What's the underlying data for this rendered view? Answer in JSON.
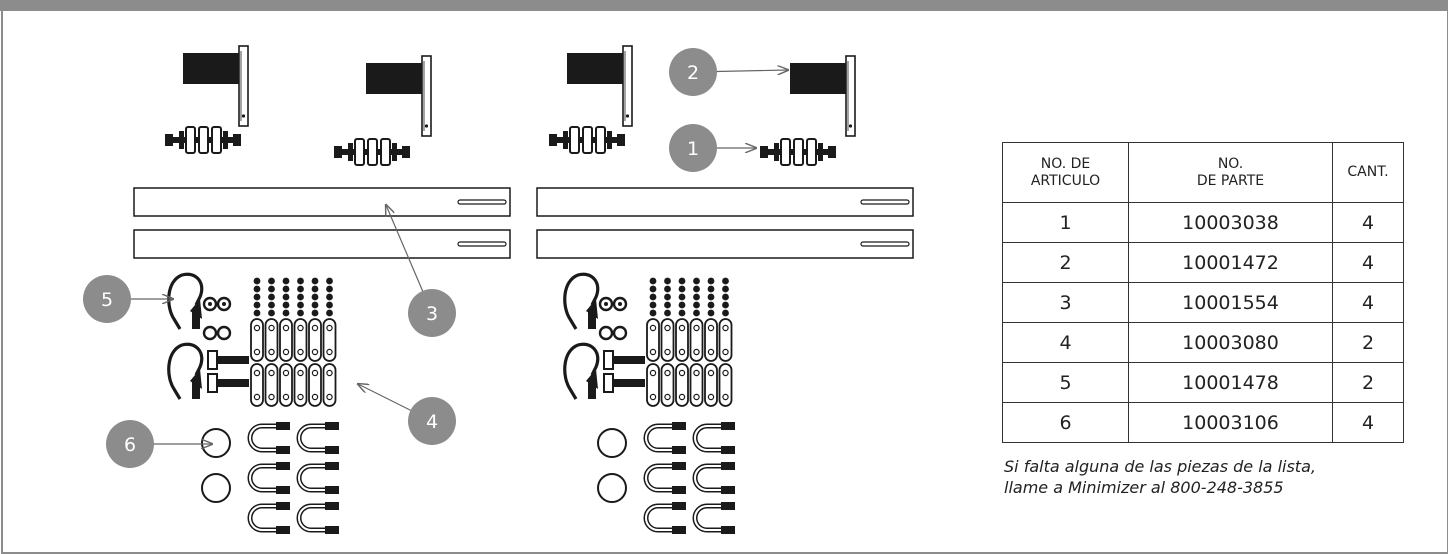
{
  "callouts": [
    {
      "number": "1",
      "part": "10003038"
    },
    {
      "number": "2",
      "part": "10001472"
    },
    {
      "number": "3",
      "part": "10001554"
    },
    {
      "number": "4",
      "part": "10003080"
    },
    {
      "number": "5",
      "part": "10001478"
    },
    {
      "number": "6",
      "part": "10003106"
    }
  ],
  "table": {
    "headers": {
      "item_line1": "NO. DE",
      "item_line2": "ARTICULO",
      "part_line1": "NO.",
      "part_line2": "DE PARTE",
      "qty": "CANT."
    },
    "rows": [
      {
        "item": "1",
        "part": "10003038",
        "qty": "4"
      },
      {
        "item": "2",
        "part": "10001472",
        "qty": "4"
      },
      {
        "item": "3",
        "part": "10001554",
        "qty": "4"
      },
      {
        "item": "4",
        "part": "10003080",
        "qty": "2"
      },
      {
        "item": "5",
        "part": "10001478",
        "qty": "2"
      },
      {
        "item": "6",
        "part": "10003106",
        "qty": "4"
      }
    ]
  },
  "note": {
    "line1": "Si falta alguna de las piezas de la lista,",
    "line2": "llame a Minimizer al 800-248-3855"
  },
  "colors": {
    "frame": "#8c8c8c",
    "callout": "#8c8c8c",
    "ink": "#1a1a1a"
  }
}
